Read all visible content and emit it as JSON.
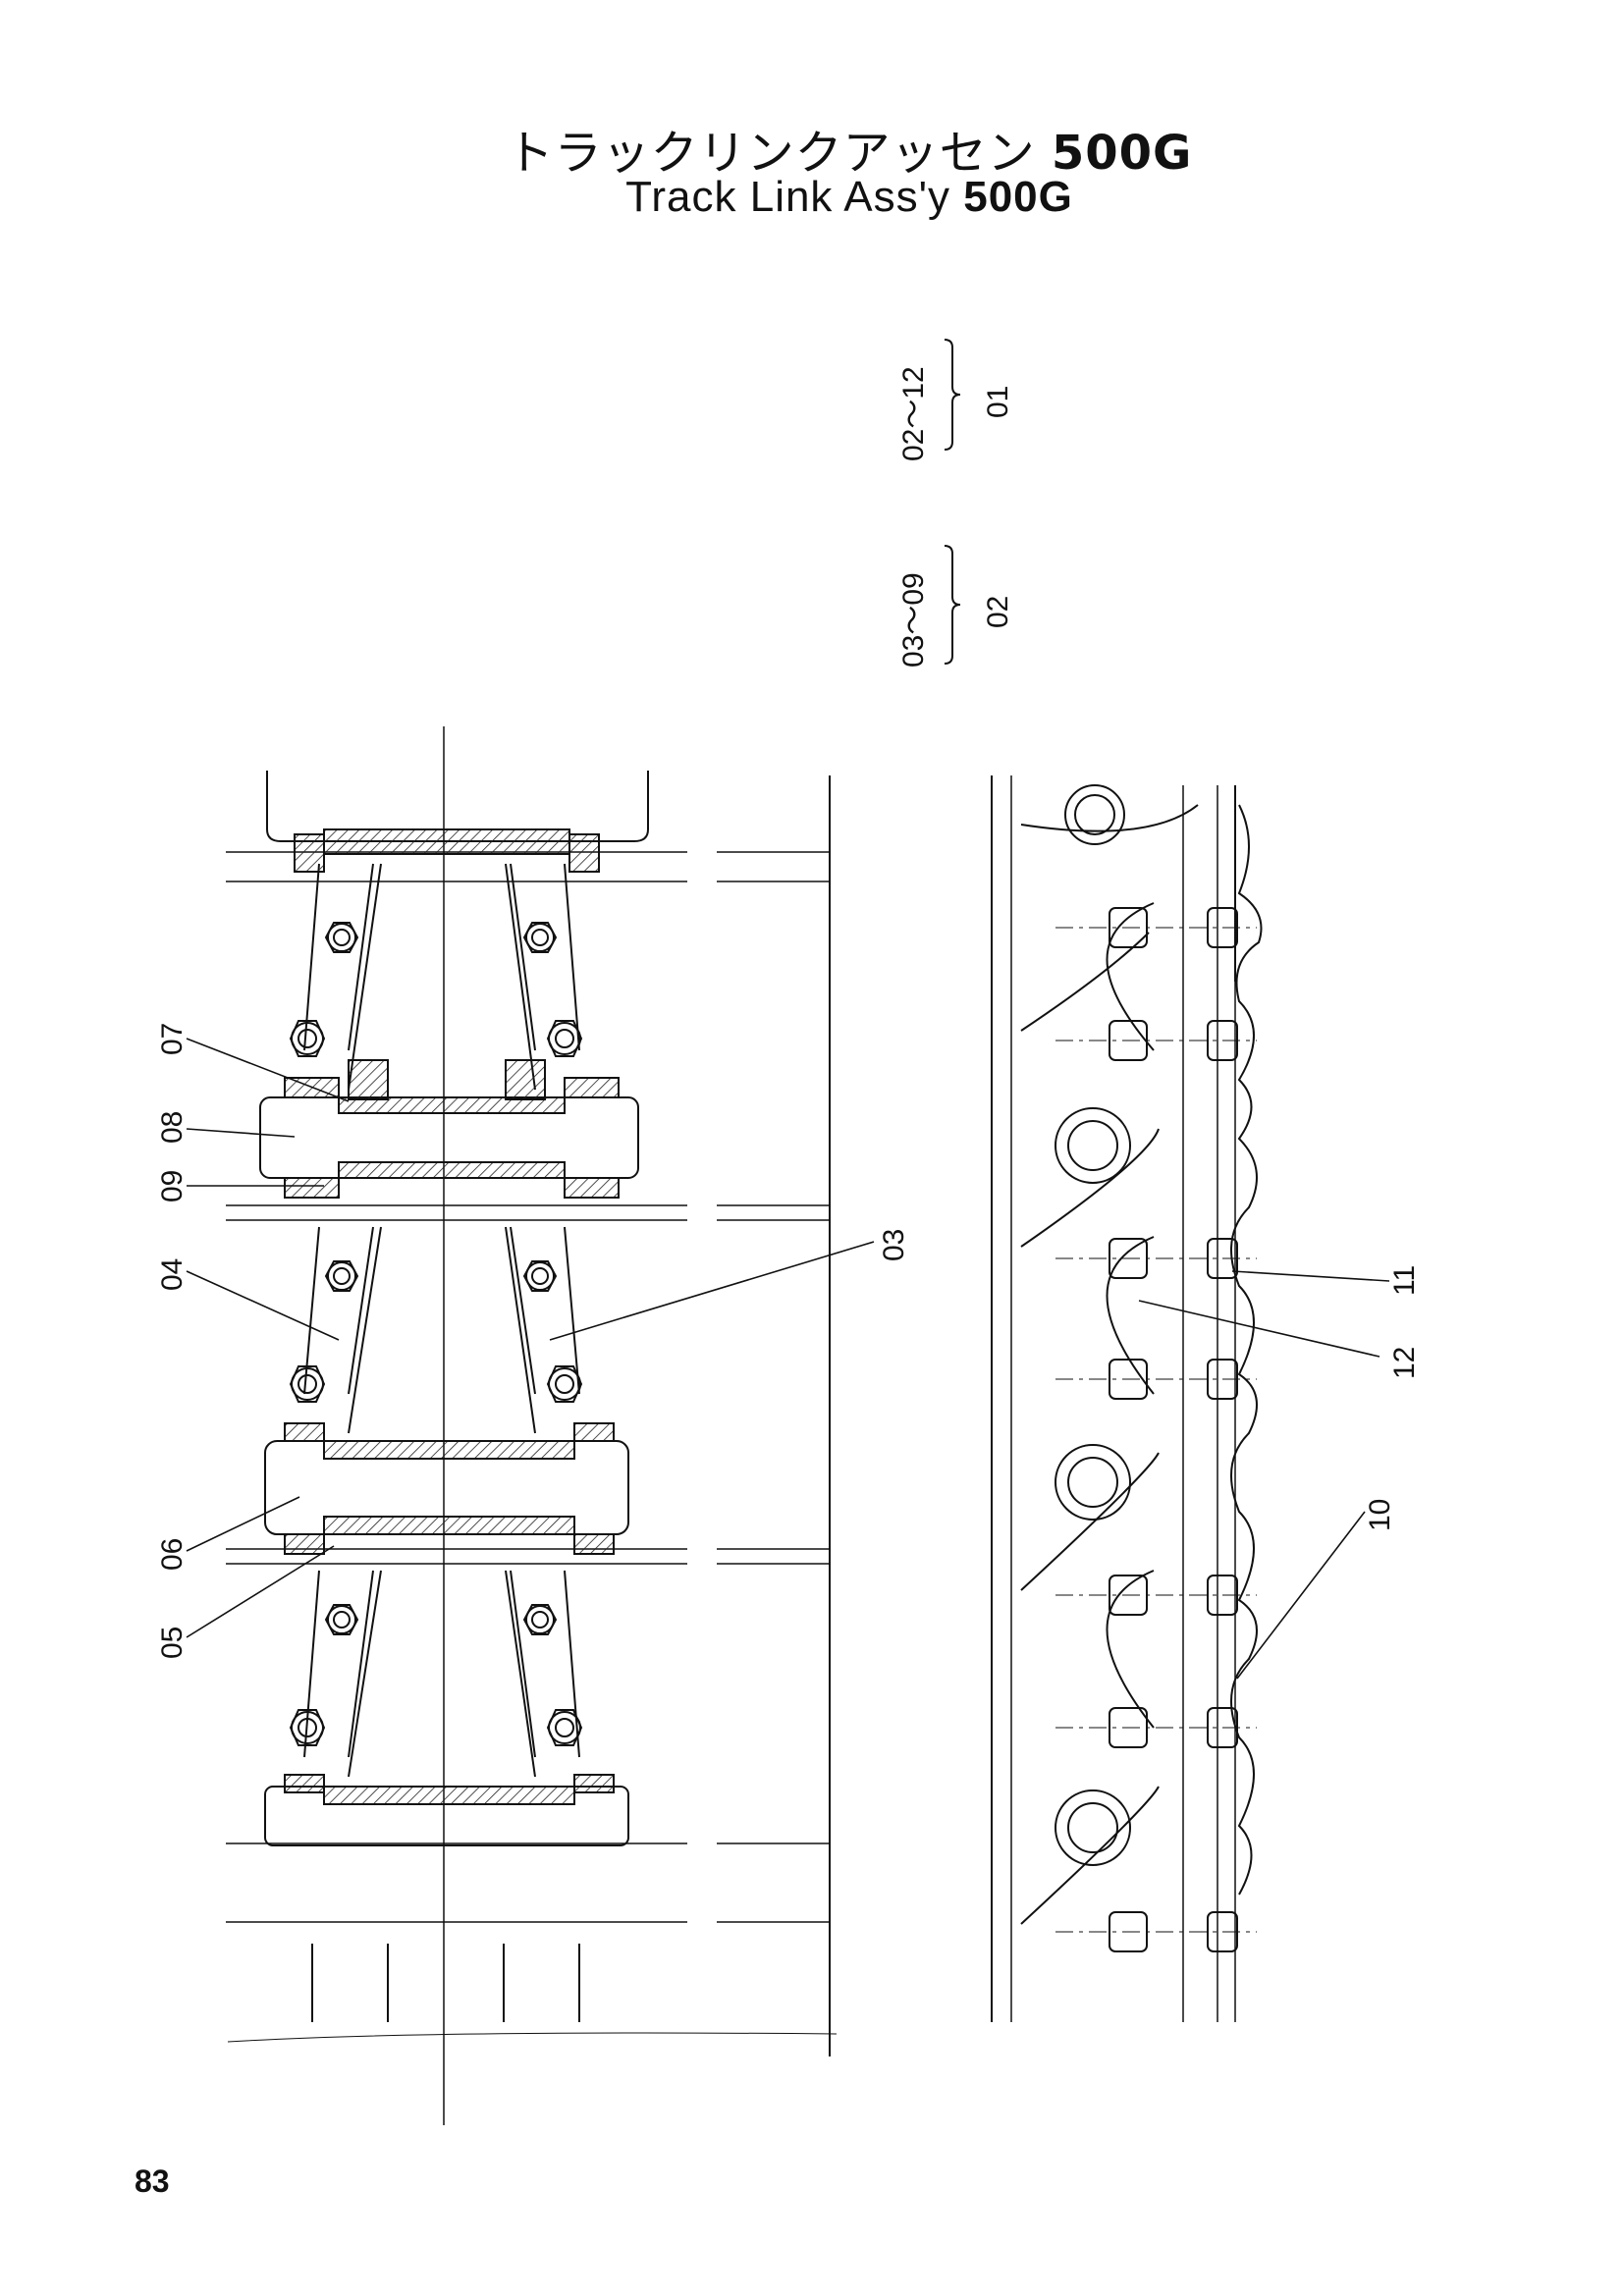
{
  "title": {
    "japanese": "トラックリンクアッセン",
    "english": "Track Link Ass'y",
    "model": "500G"
  },
  "assembly_groups": [
    {
      "range": "02～12",
      "parent": "01"
    },
    {
      "range": "03～09",
      "parent": "02"
    }
  ],
  "callouts": [
    "07",
    "08",
    "09",
    "04",
    "06",
    "05",
    "03",
    "11",
    "12",
    "10"
  ],
  "page_number": "83"
}
